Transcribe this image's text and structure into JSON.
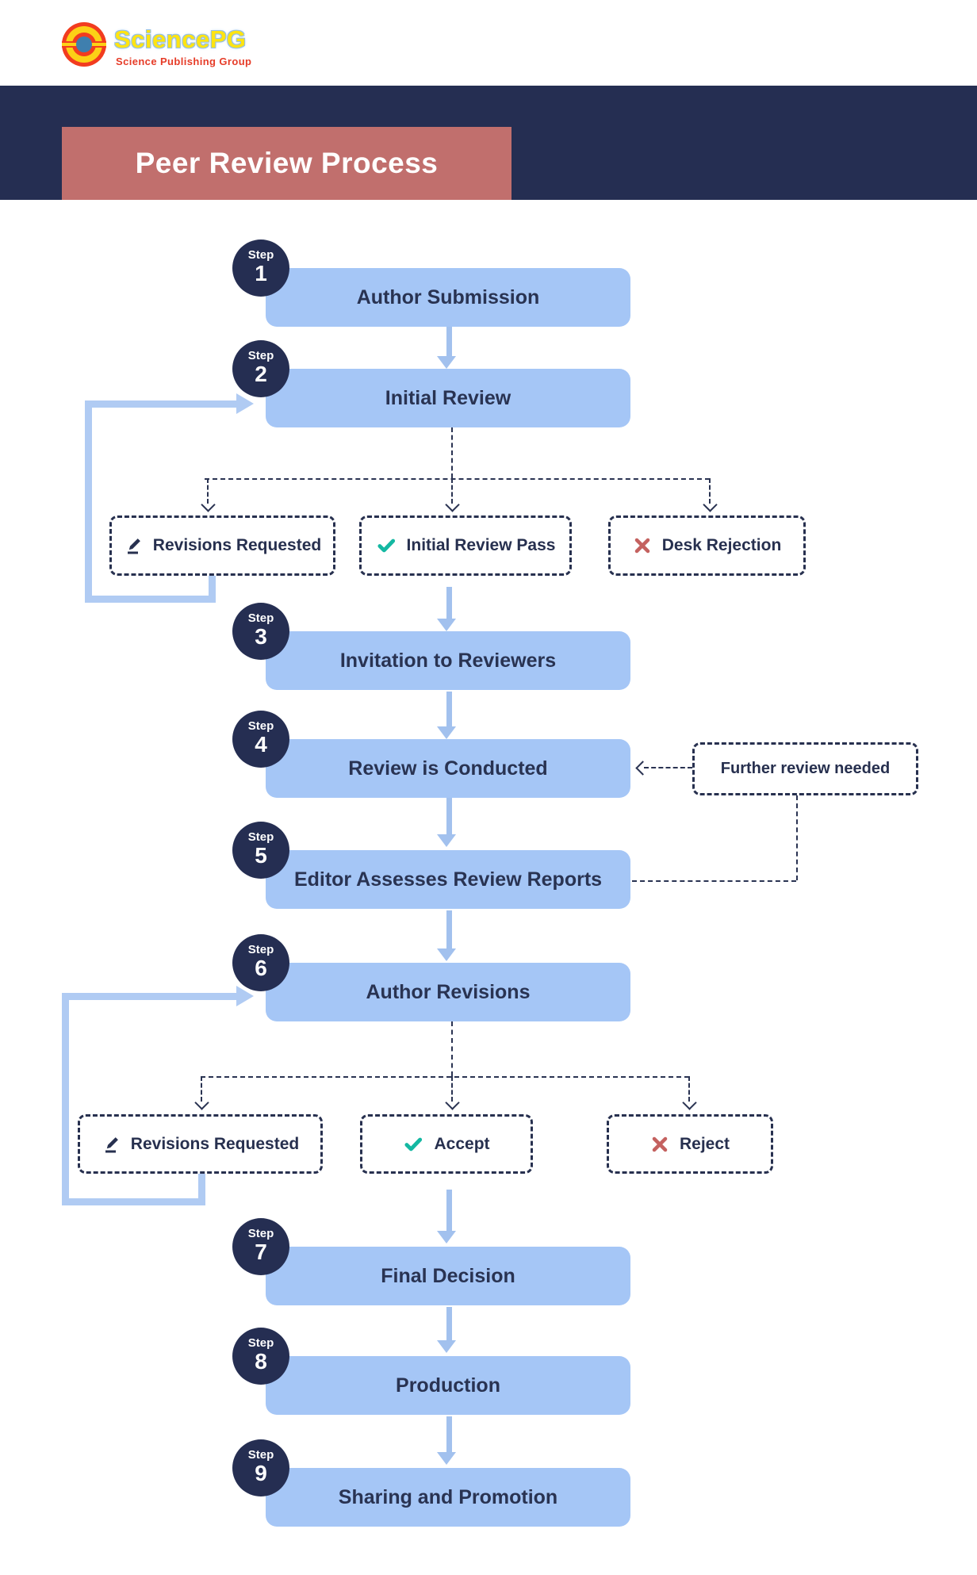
{
  "brand": {
    "name": "SciencePG",
    "tagline": "Science Publishing Group"
  },
  "title": "Peer Review Process",
  "step_label": "Step",
  "steps": [
    {
      "num": "1",
      "title": "Author Submission"
    },
    {
      "num": "2",
      "title": "Initial Review"
    },
    {
      "num": "3",
      "title": "Invitation to Reviewers"
    },
    {
      "num": "4",
      "title": "Review is Conducted"
    },
    {
      "num": "5",
      "title": "Editor Assesses Review Reports"
    },
    {
      "num": "6",
      "title": "Author Revisions"
    },
    {
      "num": "7",
      "title": "Final Decision"
    },
    {
      "num": "8",
      "title": "Production"
    },
    {
      "num": "9",
      "title": "Sharing and Promotion"
    }
  ],
  "initial_review_outcomes": [
    {
      "icon": "pencil-icon",
      "label": "Revisions Requested"
    },
    {
      "icon": "check-icon",
      "label": "Initial Review Pass"
    },
    {
      "icon": "x-icon",
      "label": "Desk Rejection"
    }
  ],
  "author_revisions_outcomes": [
    {
      "icon": "pencil-icon",
      "label": "Revisions Requested"
    },
    {
      "icon": "check-icon",
      "label": "Accept"
    },
    {
      "icon": "x-icon",
      "label": "Reject"
    }
  ],
  "note_further_review": "Further review needed",
  "colors": {
    "navy": "#252e52",
    "title_banner": "#c16f6d",
    "step_box_blue": "#a5c6f6",
    "arrow_blue": "#a2c1ee",
    "loop_blue": "#b0cbf3",
    "check_teal": "#14b8a2",
    "cross_red": "#c4615f",
    "logo_red": "#f23c1f",
    "logo_yellow": "#fcd116",
    "logo_blue": "#3f7fae"
  }
}
